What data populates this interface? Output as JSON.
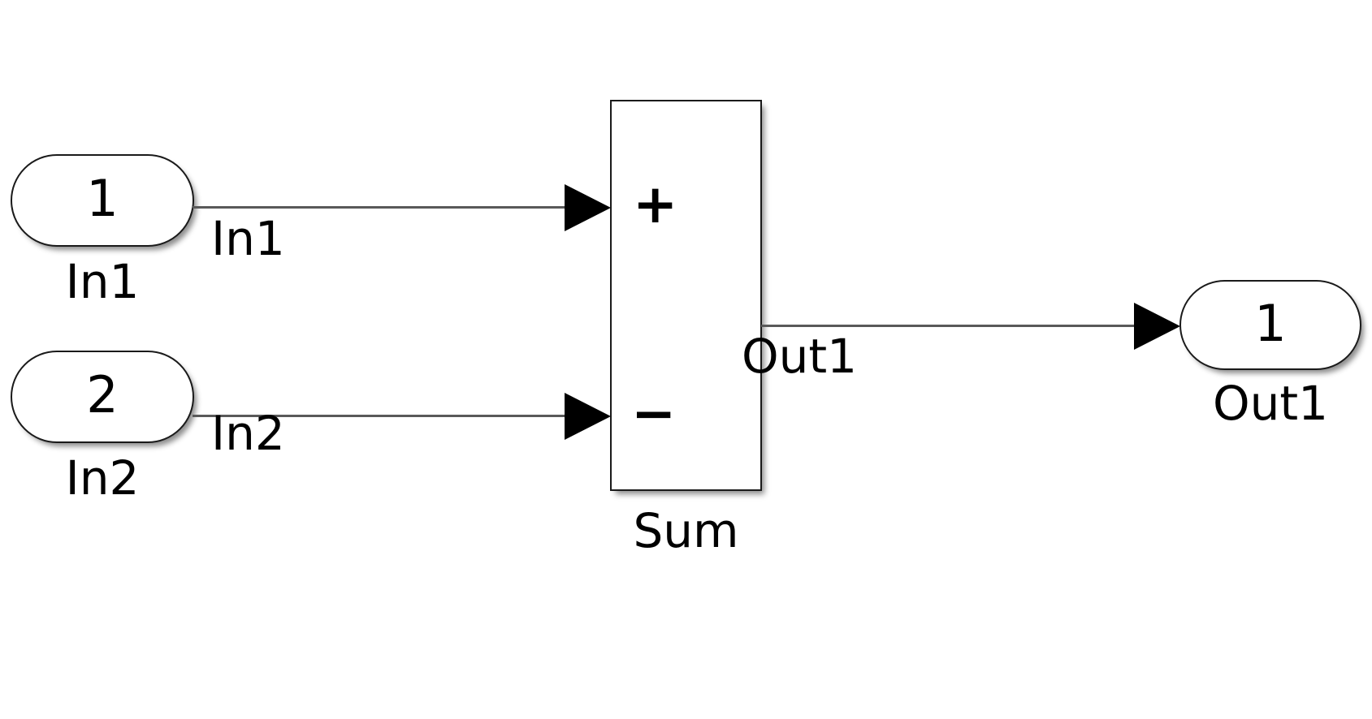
{
  "diagram": {
    "type": "simulink-block-diagram",
    "background_color": "#ffffff",
    "line_color": "#595959",
    "block_border_color": "#1a1a1a",
    "block_fill_color": "#ffffff",
    "text_color": "#000000"
  },
  "blocks": {
    "in1": {
      "kind": "inport",
      "value": "1",
      "name": "In1"
    },
    "in2": {
      "kind": "inport",
      "value": "2",
      "name": "In2"
    },
    "sum": {
      "kind": "sum",
      "name": "Sum",
      "sign_plus": "+",
      "sign_minus": "−"
    },
    "out1": {
      "kind": "outport",
      "value": "1",
      "name": "Out1"
    }
  },
  "signals": {
    "in1_wire_label": "In1",
    "in2_wire_label": "In2",
    "out1_wire_label": "Out1"
  }
}
